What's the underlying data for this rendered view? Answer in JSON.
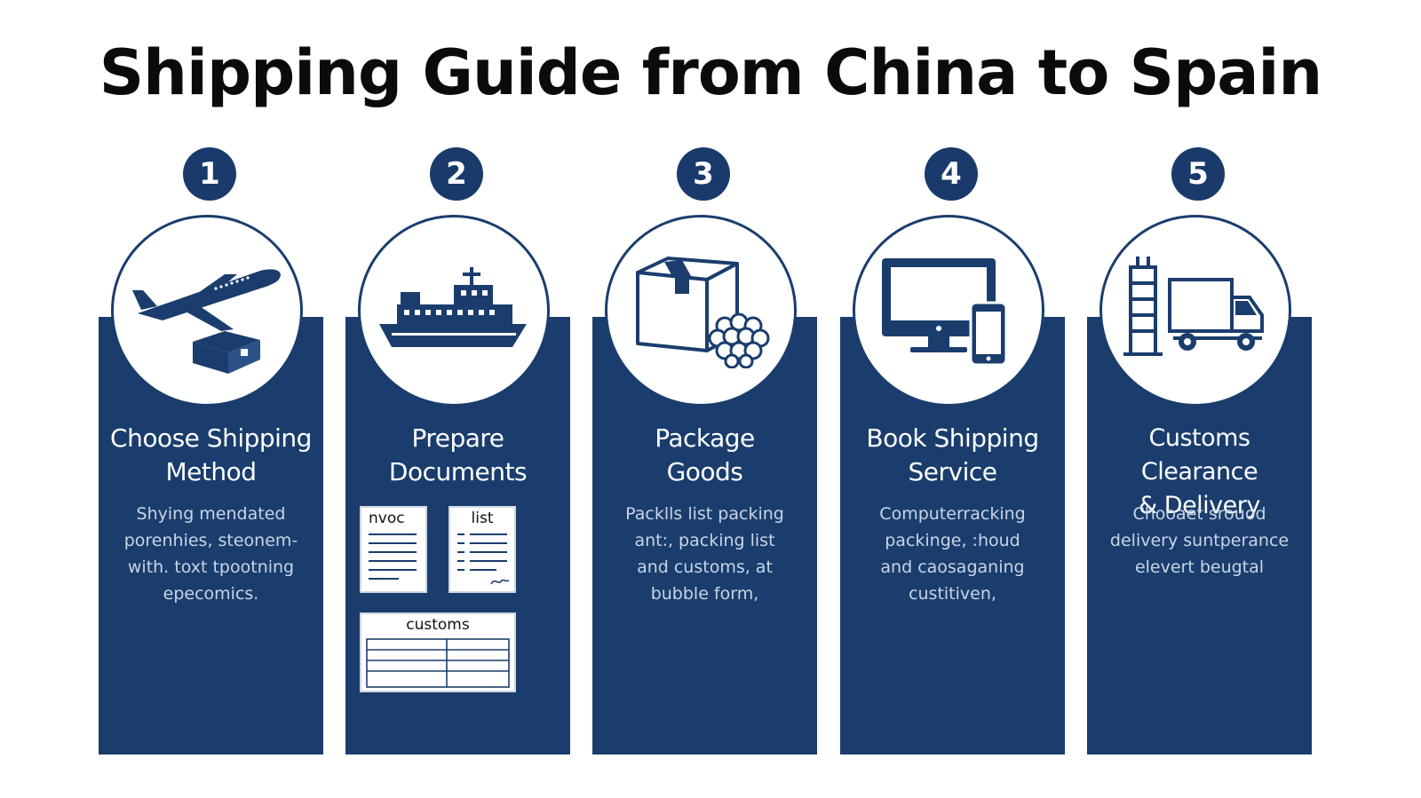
{
  "title": "Shipping Guide from China to Spain",
  "colors": {
    "panel": "#1a3d6d",
    "badge": "#1a3a6b",
    "text_light": "#ffffff"
  },
  "steps": [
    {
      "number": "1",
      "icon": "airplane-and-box-icon",
      "title": "Choose Shipping\nMethod",
      "description": "Shying mendated\nporenhies, steonem-\nwith. toxt tpootning\nepecomics."
    },
    {
      "number": "2",
      "icon": "cargo-ship-icon",
      "title": "Prepare\nDocuments",
      "documents": [
        "nvoc",
        "list",
        "customs"
      ]
    },
    {
      "number": "3",
      "icon": "package-bubble-wrap-icon",
      "title": "Package\nGoods",
      "description": "Packlls list packing\nant:, packing list\nand customs,  at\nbubble form,"
    },
    {
      "number": "4",
      "icon": "computer-phone-icon",
      "title": "Book Shipping\nService",
      "description": "Computerracking\npackinge, :houd\nand caosaganing\ncustitiven,"
    },
    {
      "number": "5",
      "icon": "tower-truck-icon",
      "title": "Customs Clearance\n& Delivery",
      "description": "Chooaet srouod\ndelivery suntperance\nelevert beugtal"
    }
  ]
}
